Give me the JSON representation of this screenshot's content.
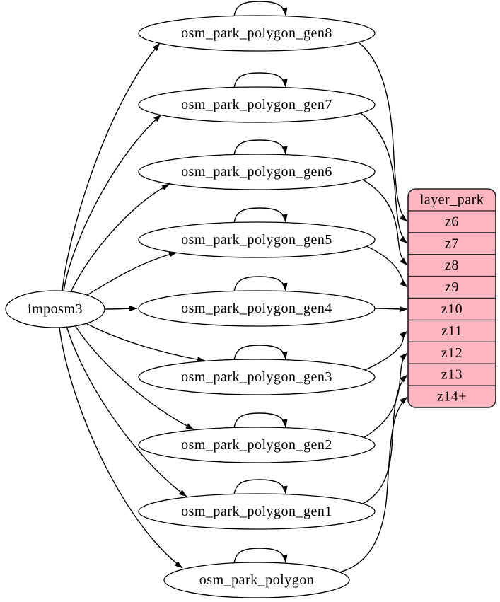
{
  "source_node": {
    "label": "imposm3"
  },
  "tables": [
    {
      "label": "osm_park_polygon_gen8",
      "layer_row": "z6"
    },
    {
      "label": "osm_park_polygon_gen7",
      "layer_row": "z7"
    },
    {
      "label": "osm_park_polygon_gen6",
      "layer_row": "z8"
    },
    {
      "label": "osm_park_polygon_gen5",
      "layer_row": "z9"
    },
    {
      "label": "osm_park_polygon_gen4",
      "layer_row": "z10"
    },
    {
      "label": "osm_park_polygon_gen3",
      "layer_row": "z11"
    },
    {
      "label": "osm_park_polygon_gen2",
      "layer_row": "z12"
    },
    {
      "label": "osm_park_polygon_gen1",
      "layer_row": "z13"
    },
    {
      "label": "osm_park_polygon",
      "layer_row": "z14+"
    }
  ],
  "layer_table": {
    "title": "layer_park",
    "rows": [
      "z6",
      "z7",
      "z8",
      "z9",
      "z10",
      "z11",
      "z12",
      "z13",
      "z14+"
    ]
  },
  "edges": {
    "from_source": [
      {
        "from": "imposm3",
        "to": "osm_park_polygon_gen8"
      },
      {
        "from": "imposm3",
        "to": "osm_park_polygon_gen7"
      },
      {
        "from": "imposm3",
        "to": "osm_park_polygon_gen6"
      },
      {
        "from": "imposm3",
        "to": "osm_park_polygon_gen5"
      },
      {
        "from": "imposm3",
        "to": "osm_park_polygon_gen4"
      },
      {
        "from": "imposm3",
        "to": "osm_park_polygon_gen3"
      },
      {
        "from": "imposm3",
        "to": "osm_park_polygon_gen2"
      },
      {
        "from": "imposm3",
        "to": "osm_park_polygon_gen1"
      },
      {
        "from": "imposm3",
        "to": "osm_park_polygon"
      }
    ],
    "self_loops": [
      {
        "from": "osm_park_polygon_gen8",
        "to": "osm_park_polygon_gen8"
      },
      {
        "from": "osm_park_polygon_gen7",
        "to": "osm_park_polygon_gen7"
      },
      {
        "from": "osm_park_polygon_gen6",
        "to": "osm_park_polygon_gen6"
      },
      {
        "from": "osm_park_polygon_gen5",
        "to": "osm_park_polygon_gen5"
      },
      {
        "from": "osm_park_polygon_gen4",
        "to": "osm_park_polygon_gen4"
      },
      {
        "from": "osm_park_polygon_gen3",
        "to": "osm_park_polygon_gen3"
      },
      {
        "from": "osm_park_polygon_gen2",
        "to": "osm_park_polygon_gen2"
      },
      {
        "from": "osm_park_polygon_gen1",
        "to": "osm_park_polygon_gen1"
      },
      {
        "from": "osm_park_polygon",
        "to": "osm_park_polygon"
      }
    ],
    "to_layer": [
      {
        "from": "osm_park_polygon_gen8",
        "to": "layer_park",
        "row": "z6"
      },
      {
        "from": "osm_park_polygon_gen7",
        "to": "layer_park",
        "row": "z7"
      },
      {
        "from": "osm_park_polygon_gen6",
        "to": "layer_park",
        "row": "z8"
      },
      {
        "from": "osm_park_polygon_gen5",
        "to": "layer_park",
        "row": "z9"
      },
      {
        "from": "osm_park_polygon_gen4",
        "to": "layer_park",
        "row": "z10"
      },
      {
        "from": "osm_park_polygon_gen3",
        "to": "layer_park",
        "row": "z11"
      },
      {
        "from": "osm_park_polygon_gen2",
        "to": "layer_park",
        "row": "z12"
      },
      {
        "from": "osm_park_polygon_gen1",
        "to": "layer_park",
        "row": "z13"
      },
      {
        "from": "osm_park_polygon",
        "to": "layer_park",
        "row": "z14+"
      }
    ]
  },
  "colors": {
    "layer_fill": "#FFB6C1",
    "node_fill": "#FFFFFF",
    "edge_stroke": "#000000",
    "text": "#000000"
  }
}
